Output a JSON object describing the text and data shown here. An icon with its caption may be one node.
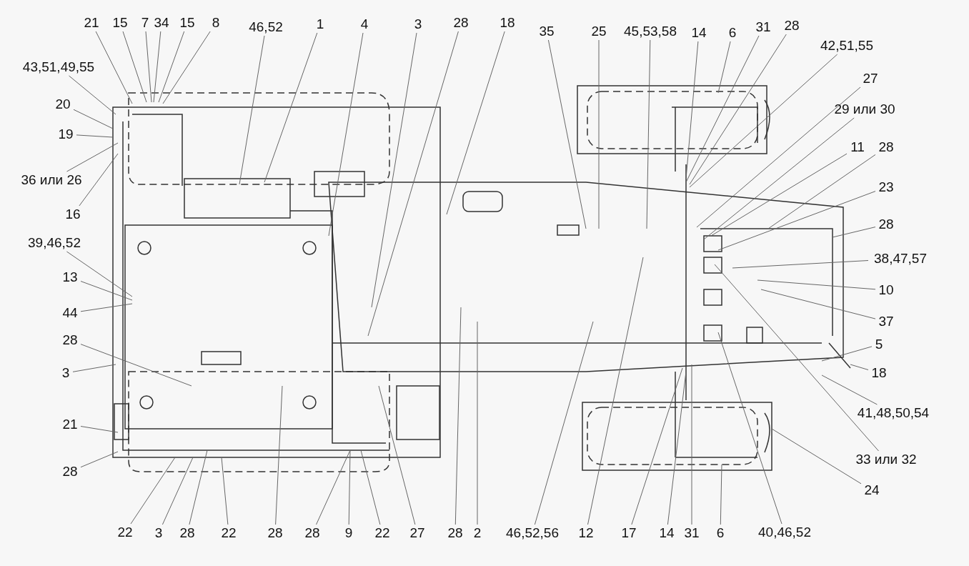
{
  "diagram": {
    "nodes": [
      {
        "text": [
          "21"
        ]
      },
      {
        "text": [
          "15"
        ]
      },
      {
        "text": [
          "7"
        ]
      },
      {
        "text": [
          "34"
        ]
      },
      {
        "text": [
          "15"
        ]
      },
      {
        "text": [
          "8"
        ]
      },
      {
        "text": [
          "46,52"
        ]
      },
      {
        "text": [
          "1"
        ]
      },
      {
        "text": [
          "4"
        ]
      },
      {
        "text": [
          "3"
        ]
      },
      {
        "text": [
          "28"
        ]
      },
      {
        "text": [
          "18"
        ]
      },
      {
        "text": [
          "35"
        ]
      },
      {
        "text": [
          "25"
        ]
      },
      {
        "text": [
          "45,53,58"
        ]
      },
      {
        "text": [
          "14"
        ]
      },
      {
        "text": [
          "6"
        ]
      },
      {
        "text": [
          "31"
        ]
      },
      {
        "text": [
          "28"
        ]
      },
      {
        "text": [
          "42,51,55"
        ]
      },
      {
        "text": [
          "27"
        ]
      },
      {
        "text": [
          "29 или 30"
        ]
      },
      {
        "text": [
          "11"
        ]
      },
      {
        "text": [
          "28"
        ]
      },
      {
        "text": [
          "23"
        ]
      },
      {
        "text": [
          "28"
        ]
      },
      {
        "text": [
          "38,47,57"
        ]
      },
      {
        "text": [
          "10"
        ]
      },
      {
        "text": [
          "37"
        ]
      },
      {
        "text": [
          "5"
        ]
      },
      {
        "text": [
          "18"
        ]
      },
      {
        "text": [
          "41,48,50,54"
        ]
      },
      {
        "text": [
          "33 или 32"
        ]
      },
      {
        "text": [
          "24"
        ]
      },
      {
        "text": [
          "43,51,49,55"
        ]
      },
      {
        "text": [
          "20"
        ]
      },
      {
        "text": [
          "19"
        ]
      },
      {
        "text": [
          "36 или 26"
        ]
      },
      {
        "text": [
          "16"
        ]
      },
      {
        "text": [
          "39,46,52"
        ]
      },
      {
        "text": [
          "13"
        ]
      },
      {
        "text": [
          "44"
        ]
      },
      {
        "text": [
          "28"
        ]
      },
      {
        "text": [
          "3"
        ]
      },
      {
        "text": [
          "21"
        ]
      },
      {
        "text": [
          "28"
        ]
      },
      {
        "text": [
          "22"
        ]
      },
      {
        "text": [
          "3"
        ]
      },
      {
        "text": [
          "28"
        ]
      },
      {
        "text": [
          "22"
        ]
      },
      {
        "text": [
          "28"
        ]
      },
      {
        "text": [
          "28"
        ]
      },
      {
        "text": [
          "9"
        ]
      },
      {
        "text": [
          "22"
        ]
      },
      {
        "text": [
          "27"
        ]
      },
      {
        "text": [
          "28"
        ]
      },
      {
        "text": [
          "2"
        ]
      },
      {
        "text": [
          "46,52,56"
        ]
      },
      {
        "text": [
          "12"
        ]
      },
      {
        "text": [
          "17"
        ]
      },
      {
        "text": [
          "14"
        ]
      },
      {
        "text": [
          "31"
        ]
      },
      {
        "text": [
          "6"
        ]
      },
      {
        "text": [
          "40,46,52"
        ]
      }
    ],
    "edges": [
      {
        "from": 0,
        "to": null,
        "arrow": "none"
      },
      {
        "from": 1,
        "to": null,
        "arrow": "none"
      },
      {
        "from": 2,
        "to": null,
        "arrow": "none"
      },
      {
        "from": 3,
        "to": null,
        "arrow": "none"
      },
      {
        "from": 4,
        "to": null,
        "arrow": "none"
      },
      {
        "from": 5,
        "to": null,
        "arrow": "none"
      },
      {
        "from": 6,
        "to": null,
        "arrow": "none"
      },
      {
        "from": 7,
        "to": null,
        "arrow": "none"
      },
      {
        "from": 8,
        "to": null,
        "arrow": "none"
      },
      {
        "from": 9,
        "to": null,
        "arrow": "none"
      },
      {
        "from": 10,
        "to": null,
        "arrow": "none"
      },
      {
        "from": 11,
        "to": null,
        "arrow": "none"
      },
      {
        "from": 12,
        "to": null,
        "arrow": "none"
      },
      {
        "from": 13,
        "to": null,
        "arrow": "none"
      },
      {
        "from": 14,
        "to": null,
        "arrow": "none"
      },
      {
        "from": 15,
        "to": null,
        "arrow": "none"
      },
      {
        "from": 16,
        "to": null,
        "arrow": "none"
      },
      {
        "from": 17,
        "to": null,
        "arrow": "none"
      },
      {
        "from": 18,
        "to": null,
        "arrow": "none"
      },
      {
        "from": 19,
        "to": null,
        "arrow": "none"
      },
      {
        "from": 20,
        "to": null,
        "arrow": "none"
      },
      {
        "from": 21,
        "to": null,
        "arrow": "none"
      },
      {
        "from": 22,
        "to": null,
        "arrow": "none"
      },
      {
        "from": 23,
        "to": null,
        "arrow": "none"
      },
      {
        "from": 24,
        "to": null,
        "arrow": "none"
      },
      {
        "from": 25,
        "to": null,
        "arrow": "none"
      },
      {
        "from": 26,
        "to": null,
        "arrow": "none"
      },
      {
        "from": 27,
        "to": null,
        "arrow": "none"
      },
      {
        "from": 28,
        "to": null,
        "arrow": "none"
      },
      {
        "from": 29,
        "to": null,
        "arrow": "none"
      },
      {
        "from": 30,
        "to": null,
        "arrow": "none"
      },
      {
        "from": 31,
        "to": null,
        "arrow": "none"
      },
      {
        "from": 32,
        "to": null,
        "arrow": "none"
      },
      {
        "from": 33,
        "to": null,
        "arrow": "none"
      },
      {
        "from": 34,
        "to": null,
        "arrow": "none"
      },
      {
        "from": 35,
        "to": null,
        "arrow": "none"
      },
      {
        "from": 36,
        "to": null,
        "arrow": "none"
      },
      {
        "from": 37,
        "to": null,
        "arrow": "none"
      },
      {
        "from": 38,
        "to": null,
        "arrow": "none"
      },
      {
        "from": 39,
        "to": null,
        "arrow": "none"
      },
      {
        "from": 40,
        "to": null,
        "arrow": "none"
      },
      {
        "from": 41,
        "to": null,
        "arrow": "none"
      },
      {
        "from": 42,
        "to": null,
        "arrow": "none"
      },
      {
        "from": 43,
        "to": null,
        "arrow": "none"
      },
      {
        "from": 44,
        "to": null,
        "arrow": "none"
      },
      {
        "from": 45,
        "to": null,
        "arrow": "none"
      },
      {
        "from": 46,
        "to": null,
        "arrow": "none"
      },
      {
        "from": 47,
        "to": null,
        "arrow": "none"
      },
      {
        "from": 48,
        "to": null,
        "arrow": "none"
      },
      {
        "from": 49,
        "to": null,
        "arrow": "none"
      },
      {
        "from": 50,
        "to": null,
        "arrow": "none"
      },
      {
        "from": 51,
        "to": null,
        "arrow": "none"
      },
      {
        "from": 52,
        "to": null,
        "arrow": "none"
      },
      {
        "from": 53,
        "to": null,
        "arrow": "none"
      },
      {
        "from": 54,
        "to": null,
        "arrow": "none"
      },
      {
        "from": 55,
        "to": null,
        "arrow": "none"
      },
      {
        "from": 56,
        "to": null,
        "arrow": "none"
      },
      {
        "from": 57,
        "to": null,
        "arrow": "none"
      },
      {
        "from": 58,
        "to": null,
        "arrow": "none"
      },
      {
        "from": 59,
        "to": null,
        "arrow": "none"
      },
      {
        "from": 60,
        "to": null,
        "arrow": "none"
      },
      {
        "from": 61,
        "to": null,
        "arrow": "none"
      },
      {
        "from": 62,
        "to": null,
        "arrow": "none"
      },
      {
        "from": 63,
        "to": null,
        "arrow": "none"
      }
    ]
  }
}
